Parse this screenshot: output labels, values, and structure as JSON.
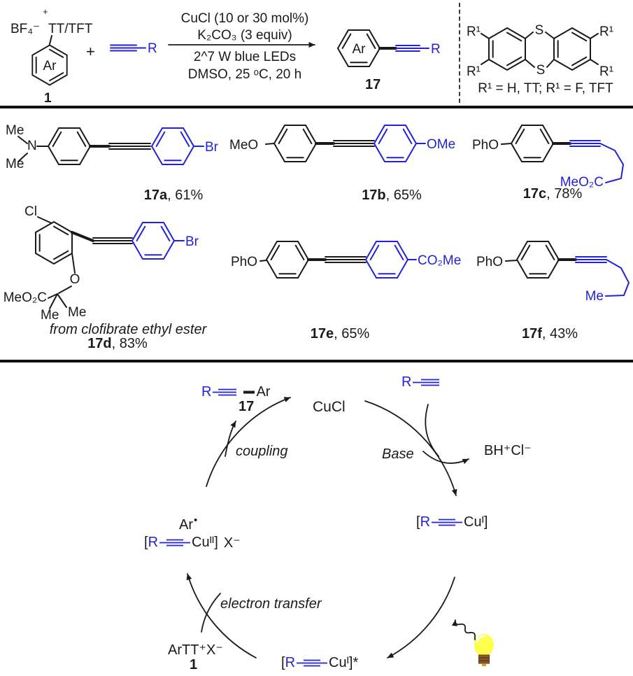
{
  "colors": {
    "blue": "#2222d8",
    "black": "#1a1a1a",
    "bulb_yellow": "#ffff4d",
    "bulb_base": "#8a5a2b"
  },
  "scheme": {
    "salt": {
      "counterion": "BF₄⁻",
      "charge": "+",
      "group": "TT/TFT",
      "aryl": "Ar",
      "number": "1"
    },
    "plus": "+",
    "alkyne": {
      "r": "R"
    },
    "conditions": [
      "CuCl (10 or 30 mol%)",
      "K₂CO₃ (3 equiv)",
      "2^7 W blue LEDs",
      "DMSO, 25 ᵒC, 20 h"
    ],
    "product": {
      "aryl": "Ar",
      "r": "R",
      "number": "17"
    },
    "mediator": {
      "s1": "S",
      "s2": "S",
      "r1a": "R¹",
      "r1b": "R¹",
      "r1c": "R¹",
      "r1d": "R¹",
      "legend": "R¹ = H, TT; R¹ = F, TFT"
    }
  },
  "products": [
    {
      "id": "17a",
      "suffix": ", 61%",
      "labels": {
        "me1": "Me",
        "me2": "Me",
        "n": "N",
        "br": "Br"
      }
    },
    {
      "id": "17b",
      "suffix": ", 65%",
      "labels": {
        "meo": "MeO",
        "ome": "OMe"
      }
    },
    {
      "id": "17c",
      "suffix": ", 78%",
      "labels": {
        "pho": "PhO",
        "ester": "MeO₂C"
      }
    },
    {
      "id": "17d",
      "suffix": ", 83%",
      "note": "from clofibrate ethyl ester",
      "labels": {
        "cl": "Cl",
        "o": "O",
        "ester": "MeO₂C",
        "me1": "Me",
        "me2": "Me",
        "br": "Br"
      }
    },
    {
      "id": "17e",
      "suffix": ", 65%",
      "labels": {
        "pho": "PhO",
        "ester": "CO₂Me"
      }
    },
    {
      "id": "17f",
      "suffix": ", 43%",
      "labels": {
        "pho": "PhO",
        "me": "Me"
      }
    }
  ],
  "cycle": {
    "catalyst": "CuCl",
    "alkyne_r": "R",
    "base": "Base",
    "byproduct": "BH⁺Cl⁻",
    "cu1": {
      "open": "[",
      "r": "R",
      "close": "Cuᴵ]"
    },
    "cu1_excited": {
      "open": "[",
      "r": "R",
      "close": "Cuᴵ]*"
    },
    "cu2": {
      "open": "[",
      "r": "R",
      "close": "Cuᴵᴵ]",
      "anion": "X⁻"
    },
    "aryl_radical": {
      "text": "Ar",
      "dot": "•"
    },
    "steps": {
      "coupling": "coupling",
      "electron_transfer": "electron transfer"
    },
    "aryl_source": {
      "formula": "ArTT⁺X⁻",
      "number": "1"
    },
    "product": {
      "r": "R",
      "aryl": "Ar",
      "number": "17"
    }
  }
}
